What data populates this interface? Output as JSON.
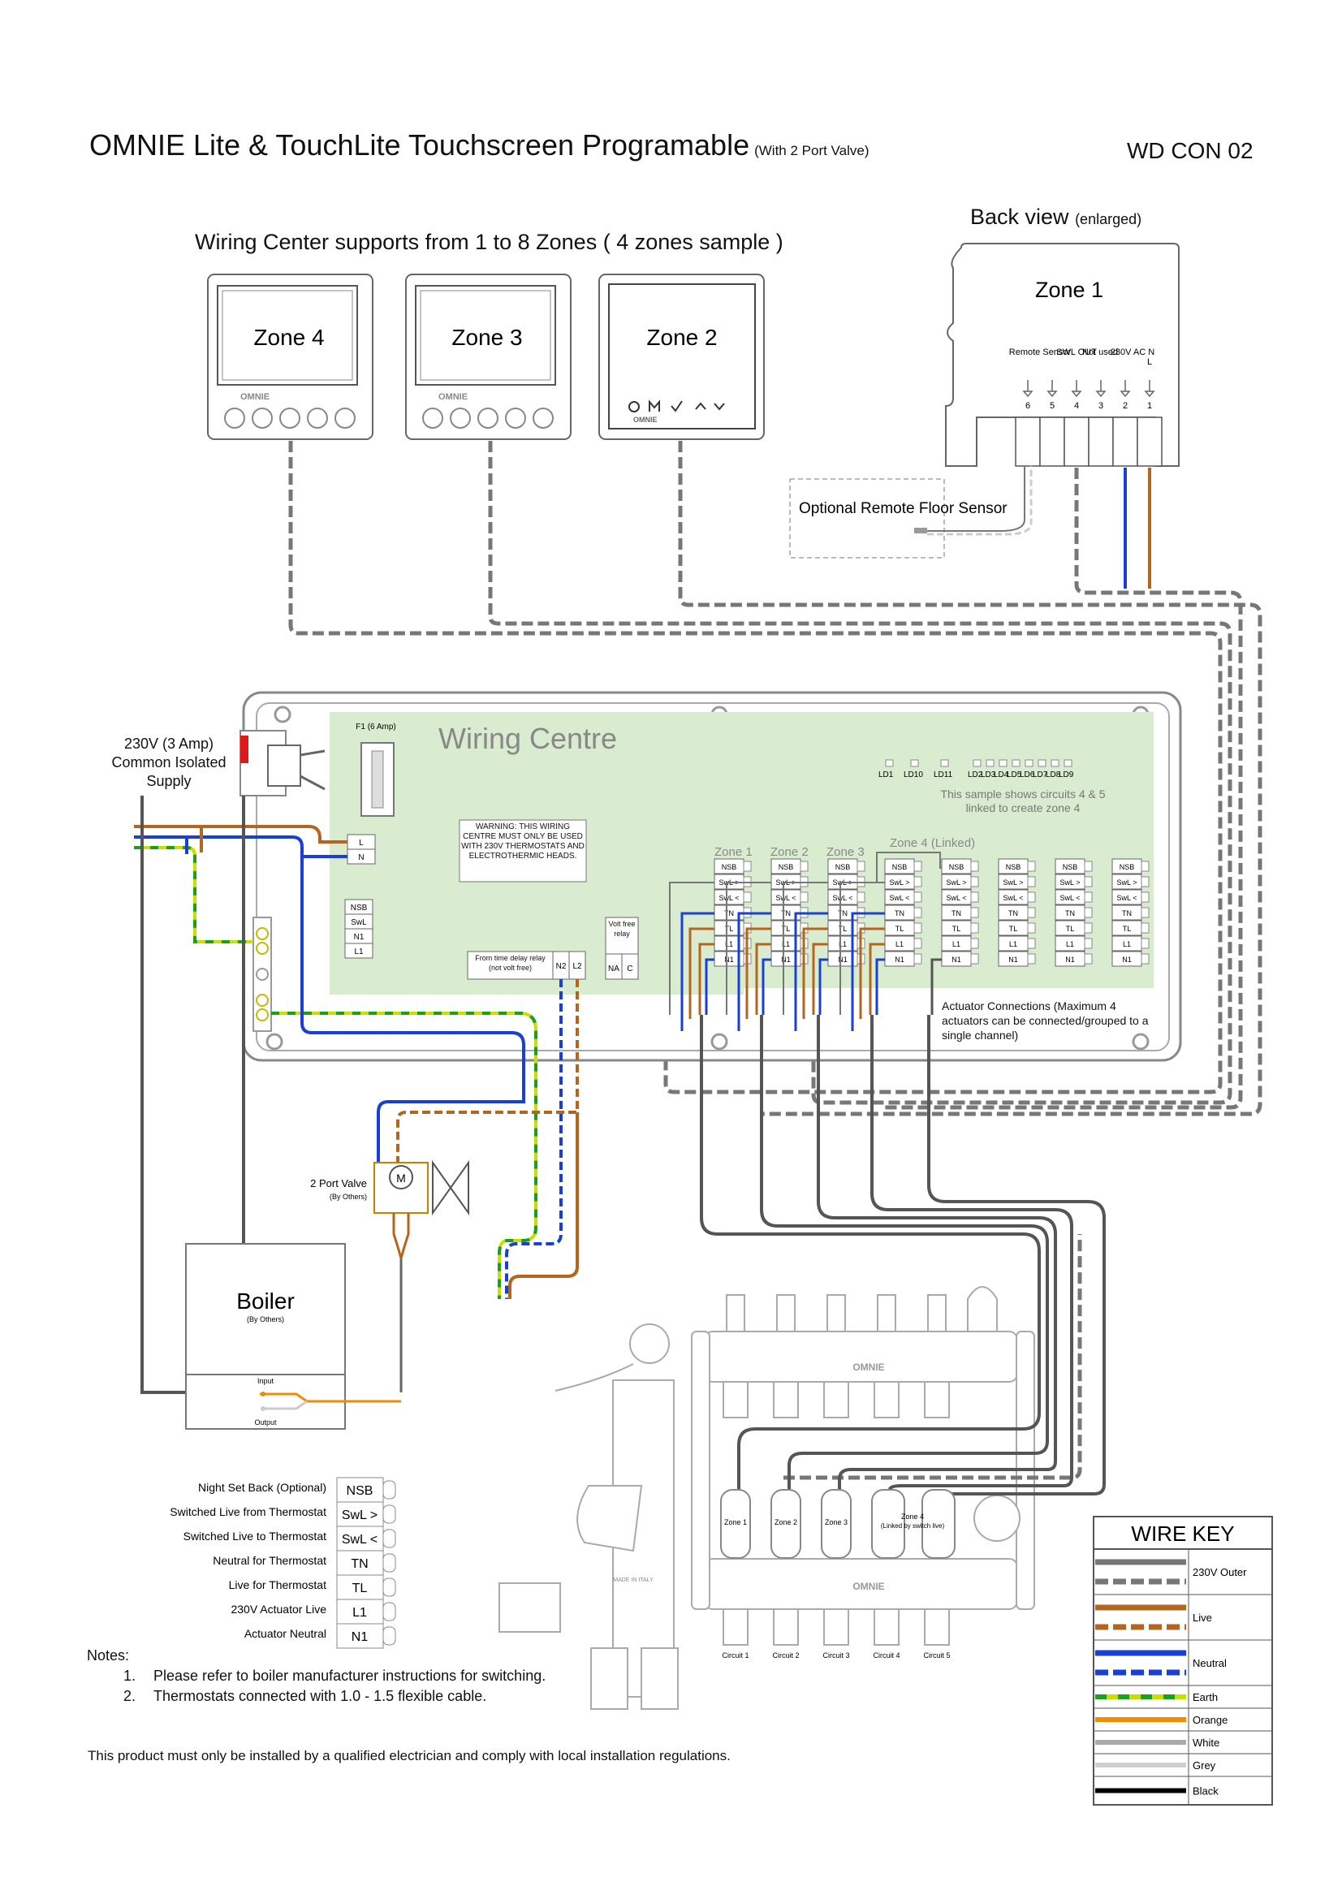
{
  "header": {
    "title": "OMNIE Lite & TouchLite Touchscreen Programable",
    "title_suffix": "(With 2 Port Valve)",
    "doc_ref": "WD CON 02"
  },
  "subtitle": "Wiring Center supports from 1 to 8 Zones ( 4 zones sample )",
  "back_view": {
    "label": "Back view",
    "suffix": "(enlarged)",
    "zone": "Zone 1",
    "terminal_headers": [
      "Remote Sensor",
      "SWL OUT",
      "Not used",
      "230V AC N",
      "L"
    ],
    "terminal_numbers": [
      "6",
      "5",
      "4",
      "3",
      "2",
      "1"
    ]
  },
  "thermostats": [
    {
      "zone": "Zone 4",
      "brand": "OMNIE"
    },
    {
      "zone": "Zone 3",
      "brand": "OMNIE"
    },
    {
      "zone": "Zone 2",
      "brand": "OMNIE"
    }
  ],
  "remote_sensor": "Optional Remote Floor Sensor",
  "supply": "230V (3 Amp) Common Isolated Supply",
  "wiring_centre": {
    "title": "Wiring Centre",
    "fuse": "F1 (6 Amp)",
    "warning": "WARNING: THIS WIRING CENTRE MUST ONLY BE USED WITH 230V THERMOSTATS AND ELECTROTHERMIC HEADS.",
    "leds": [
      "LD1",
      "LD10",
      "LD11",
      "LD2",
      "LD3",
      "LD4",
      "LD5",
      "LD6",
      "LD7",
      "LD8",
      "LD9"
    ],
    "sample_note": "This sample shows circuits 4 & 5 linked to create zone 4",
    "zone_headers": [
      "Zone 1",
      "Zone 2",
      "Zone 3",
      "Zone 4 (Linked)"
    ],
    "terminals": [
      "NSB",
      "SwL >",
      "SwL <",
      "TN",
      "TL",
      "L1",
      "N1"
    ],
    "ln_terminals": [
      "L",
      "N"
    ],
    "nsb_block": [
      "NSB",
      "SwL",
      "N1",
      "L1"
    ],
    "time_delay": "From time delay relay (not volt free)",
    "n2l2": [
      "N2",
      "L2"
    ],
    "volt_free": "Volt free relay",
    "na_c": [
      "NA",
      "C"
    ],
    "actuator_note": "Actuator Connections (Maximum 4 actuators can be connected/grouped to a single channel)"
  },
  "valve": {
    "label": "2 Port Valve",
    "sub": "(By Others)",
    "motor": "M"
  },
  "boiler": {
    "label": "Boiler",
    "sub": "(By Others)",
    "input": "Input",
    "output": "Output"
  },
  "manifold": {
    "brand": "OMNIE",
    "actuators": [
      "Zone 1",
      "Zone 2",
      "Zone 3",
      "Zone 4"
    ],
    "linked_note": "(Linked by switch live)",
    "circuits": [
      "Circuit 1",
      "Circuit 2",
      "Circuit 3",
      "Circuit 4",
      "Circuit 5"
    ],
    "made_in": "MADE IN ITALY"
  },
  "terminal_legend": [
    {
      "desc": "Night Set Back (Optional)",
      "code": "NSB"
    },
    {
      "desc": "Switched Live from Thermostat",
      "code": "SwL >"
    },
    {
      "desc": "Switched Live to Thermostat",
      "code": "SwL <"
    },
    {
      "desc": "Neutral for Thermostat",
      "code": "TN"
    },
    {
      "desc": "Live for Thermostat",
      "code": "TL"
    },
    {
      "desc": "230V Actuator Live",
      "code": "L1"
    },
    {
      "desc": "Actuator Neutral",
      "code": "N1"
    }
  ],
  "notes": {
    "heading": "Notes:",
    "items": [
      {
        "num": "1.",
        "text": "Please refer to boiler manufacturer instructions for switching."
      },
      {
        "num": "2.",
        "text": "Thermostats connected with 1.0 - 1.5 flexible cable."
      }
    ]
  },
  "footer": "This product must only be installed by a qualified electrician and comply with local installation regulations.",
  "wire_key": {
    "title": "WIRE KEY",
    "entries": [
      {
        "label": "230V Outer",
        "color": "#777777"
      },
      {
        "label": "Live",
        "color": "#b5651d"
      },
      {
        "label": "Neutral",
        "color": "#1a3fd6"
      },
      {
        "label": "Earth",
        "color": "#c8e000"
      },
      {
        "label": "Orange",
        "color": "#f08c00"
      },
      {
        "label": "White",
        "color": "#aaaaaa"
      },
      {
        "label": "Grey",
        "color": "#cfcfcf"
      },
      {
        "label": "Black",
        "color": "#000000"
      }
    ]
  }
}
